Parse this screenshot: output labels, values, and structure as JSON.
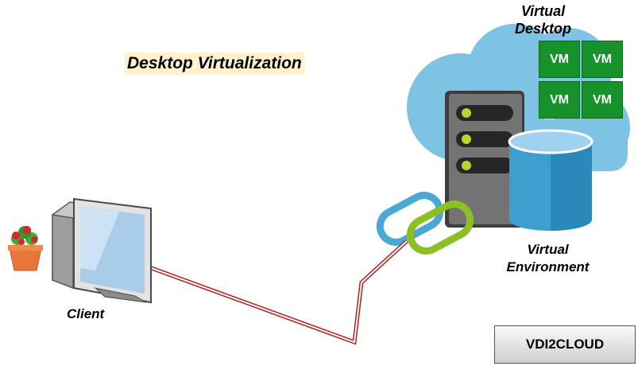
{
  "title": "Desktop Virtualization",
  "virtual_desktop": {
    "label": "Virtual Desktop",
    "vms": [
      "VM",
      "VM",
      "VM",
      "VM"
    ]
  },
  "virtual_environment": {
    "label": "Virtual Environment"
  },
  "client": {
    "label": "Client"
  },
  "brand_button": {
    "label": "VDI2CLOUD"
  },
  "colors": {
    "cloud": "#7ec3e3",
    "vm_green": "#17922a",
    "database": "#3d9fd0",
    "server": "#6d6d6d",
    "link_blue": "#4ba7d6",
    "link_green": "#8cbf26",
    "connection_line": "#b32121",
    "title_highlight": "#fff2cc"
  }
}
